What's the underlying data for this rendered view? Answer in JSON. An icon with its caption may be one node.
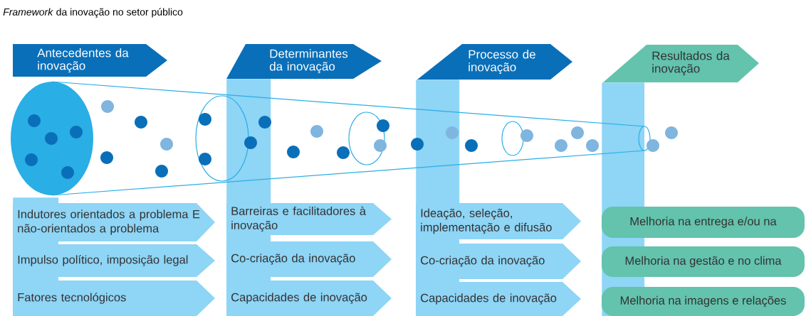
{
  "diagram": {
    "title": "*Framework* da inovação no setor público",
    "nodes": [
      {
        "text": [
          "Antecedentes da inovação"
        ]
      },
      {
        "text": [
          "Determinantes da inovação"
        ]
      },
      {
        "text": [
          "Processo de inovação"
        ]
      },
      {
        "text": [
          "Resultados da inovação"
        ]
      },
      {
        "text": [
          "Indutores orientados a problema E não-orientados a problema"
        ]
      },
      {
        "text": [
          "Impulso político, imposição legal"
        ]
      },
      {
        "text": [
          "Fatores tecnológicos"
        ]
      },
      {
        "text": [
          "Barreiras e facilitadores à inovação"
        ]
      },
      {
        "text": [
          "Co-criação da inovação"
        ]
      },
      {
        "text": [
          "Capacidades de inovação"
        ]
      },
      {
        "text": [
          "Ideação, seleção, implementação e difusão"
        ]
      },
      {
        "text": [
          "Co-criação da inovação"
        ]
      },
      {
        "text": [
          "Capacidades de inovação"
        ]
      },
      {
        "text": [
          "Melhoria na entrega e/ou na"
        ]
      },
      {
        "text": [
          "Melhoria na gestão e no clima"
        ]
      },
      {
        "text": [
          "Melhoria na imagens e relações"
        ]
      },
      {
        "text": [],
        "shape": "bar"
      },
      {
        "text": [],
        "shape": "bar"
      },
      {
        "text": [],
        "shape": "bar"
      },
      {
        "text": [],
        "shape": "bar"
      }
    ]
  }
}
